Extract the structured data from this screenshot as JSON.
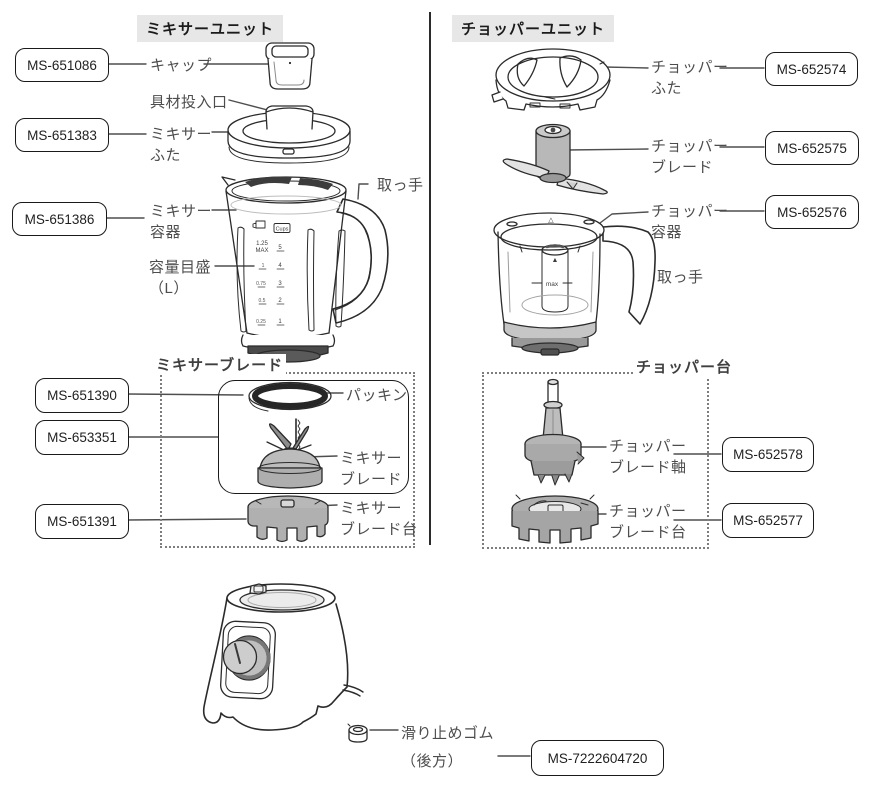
{
  "sections": {
    "mixer_unit": "ミキサーユニット",
    "chopper_unit": "チョッパーユニット",
    "mixer_blade_group": "ミキサーブレード",
    "chopper_base_group": "チョッパー台"
  },
  "parts": {
    "cap": {
      "code": "MS-651086",
      "label": "キャップ"
    },
    "ingredient_port": {
      "label": "具材投入口"
    },
    "mixer_lid": {
      "code": "MS-651383",
      "label": "ミキサー\nふた"
    },
    "mixer_handle": {
      "label": "取っ手"
    },
    "mixer_container": {
      "code": "MS-651386",
      "label": "ミキサー\n容器"
    },
    "capacity_scale": {
      "label": "容量目盛\n（L）"
    },
    "packing": {
      "code": "MS-651390",
      "label": "パッキン"
    },
    "mixer_blade_assembly": {
      "code": "MS-653351"
    },
    "mixer_blade": {
      "label": "ミキサー\nブレード"
    },
    "mixer_blade_base": {
      "code": "MS-651391",
      "label": "ミキサー\nブレード台"
    },
    "chopper_lid": {
      "code": "MS-652574",
      "label": "チョッパー\nふた"
    },
    "chopper_blade": {
      "code": "MS-652575",
      "label": "チョッパー\nブレード"
    },
    "chopper_container": {
      "code": "MS-652576",
      "label": "チョッパー\n容器"
    },
    "chopper_handle": {
      "label": "取っ手"
    },
    "chopper_blade_shaft": {
      "code": "MS-652578",
      "label": "チョッパー\nブレード軸"
    },
    "chopper_blade_base": {
      "code": "MS-652577",
      "label": "チョッパー\nブレード台"
    },
    "rubber_foot": {
      "code": "MS-7222604720",
      "label": "滑り止めゴム\n（後方）"
    }
  },
  "jug_markings": {
    "liter_max_value": "1.25",
    "liter_max_word": "MAX",
    "liter_ticks": [
      "1",
      "0.75",
      "0.5",
      "0.25"
    ],
    "cups_label": "Cups",
    "cups_ticks": [
      "5",
      "4",
      "3",
      "2",
      "1"
    ]
  },
  "bowl_markings": {
    "triangle_outline": "△",
    "triangle_filled": "▲",
    "max": "max"
  },
  "colors": {
    "line": "#2b2b2b",
    "leader_line": "#4f4f4f",
    "label_text": "#4d4d4d",
    "code_text": "#1f1f1f",
    "header_bg": "#e7e7e7",
    "part_gray_fill": "#b3b3b3",
    "dark_fill": "#4a4a4a"
  }
}
